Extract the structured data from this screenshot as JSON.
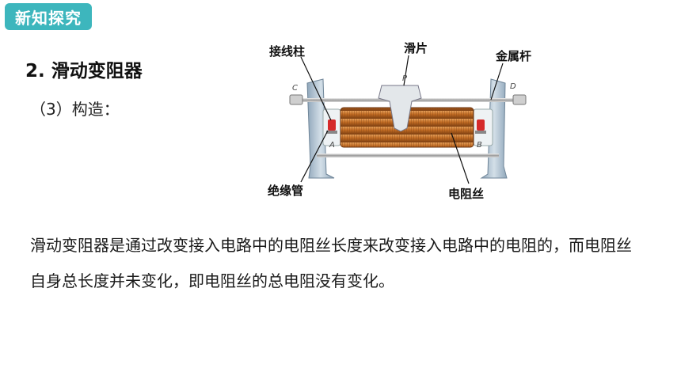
{
  "header": {
    "tag_label": "新知探究"
  },
  "section": {
    "title": "2. 滑动变阻器",
    "subtitle": "（3）构造："
  },
  "figure": {
    "callouts": {
      "terminal_post": "接线柱",
      "slider": "滑片",
      "metal_rod": "金属杆",
      "insulating_tube": "绝缘管",
      "resistance_wire": "电阻丝"
    },
    "letters": {
      "c": "C",
      "d": "D",
      "p": "P",
      "a": "A",
      "b": "B"
    }
  },
  "body": {
    "paragraph": "滑动变阻器是通过改变接入电路中的电阻丝长度来改变接入电路中的电阻的，而电阻丝自身总长度并未变化，即电阻丝的总电阻没有变化。"
  },
  "colors": {
    "tag_bg": "#3db6bd",
    "coil": "#c06a22",
    "stand": "#b5c6d4",
    "terminal": "#d52a2a"
  }
}
